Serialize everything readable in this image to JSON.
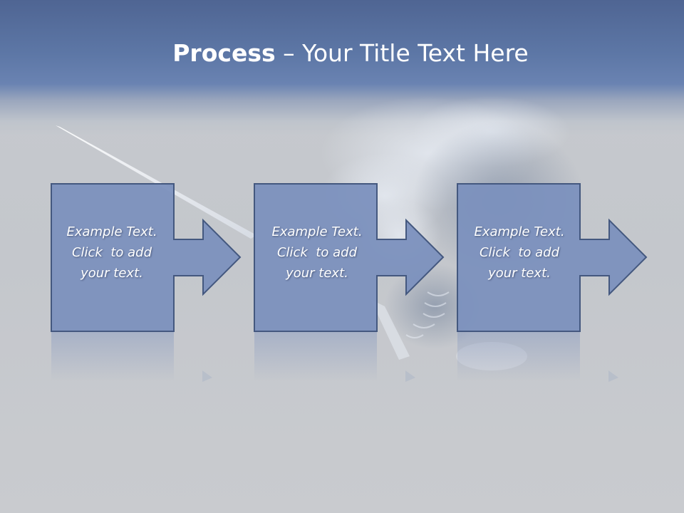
{
  "slide": {
    "title_bold": "Process",
    "title_rest": " – Your Title Text Here"
  },
  "steps": [
    {
      "lines": [
        "Example Text.",
        "Click  to add",
        "your text."
      ]
    },
    {
      "lines": [
        "Example Text.",
        "Click  to add",
        "your text."
      ]
    },
    {
      "lines": [
        "Example Text.",
        "Click  to add",
        "your text."
      ]
    }
  ],
  "colors": {
    "header": "#5d77a6",
    "shape_fill": "#7b91bd",
    "shape_stroke": "#44587f",
    "background": "#c6c9ce",
    "text": "#ffffff"
  }
}
